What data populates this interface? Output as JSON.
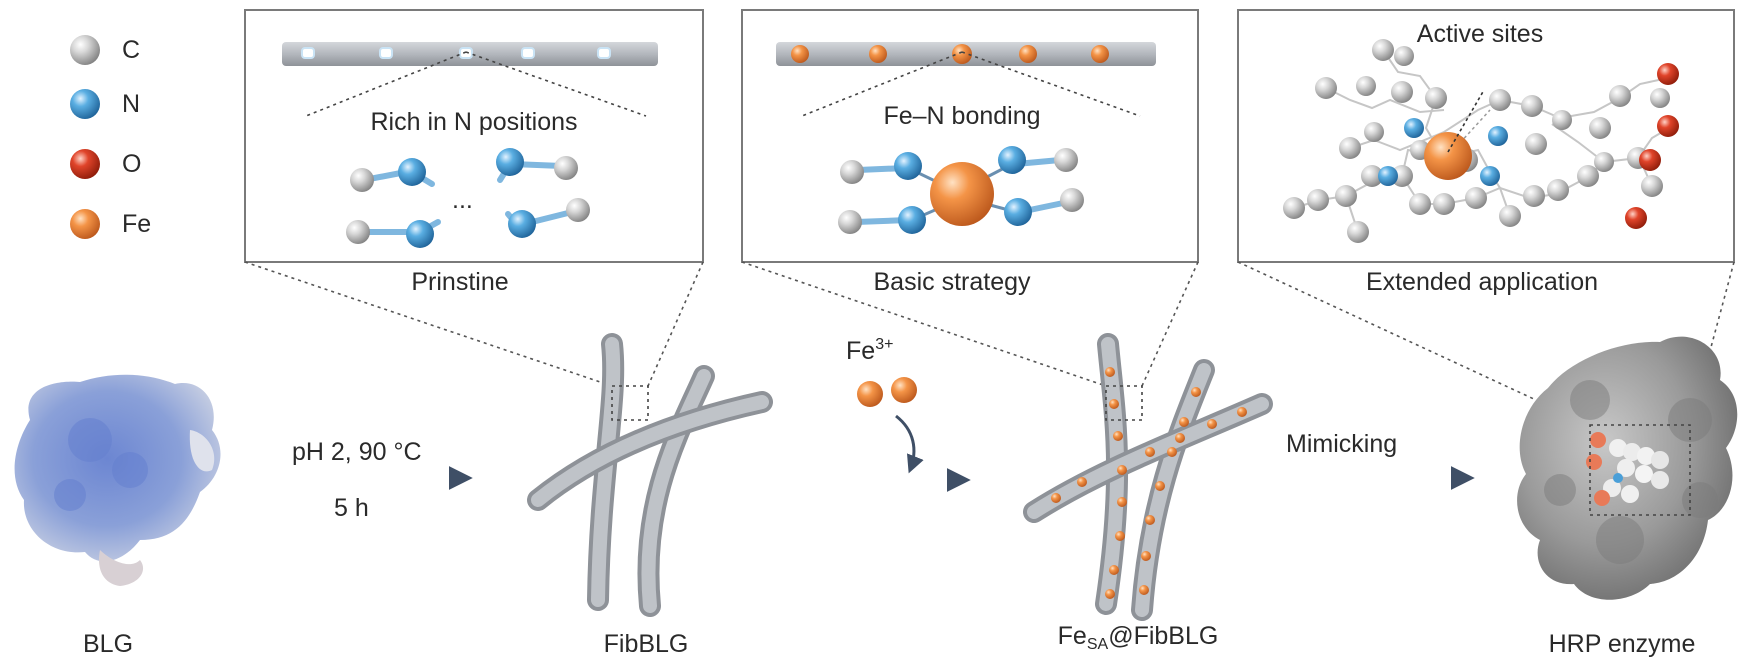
{
  "legend": [
    {
      "symbol": "C",
      "color": "#b9b9b9"
    },
    {
      "symbol": "N",
      "color": "#4a9fd8"
    },
    {
      "symbol": "O",
      "color": "#d63a1e"
    },
    {
      "symbol": "Fe",
      "color": "#f08a3a"
    }
  ],
  "panels": {
    "prinstine": {
      "title": "Prinstine",
      "caption": "Rich in N positions",
      "ellipsis": "..."
    },
    "basic": {
      "title": "Basic strategy",
      "caption": "Fe–N bonding"
    },
    "extended": {
      "title": "Extended application",
      "caption": "Active sites"
    }
  },
  "bottom": {
    "blg": "BLG",
    "fibblg": "FibBLG",
    "fesa_main": "Fe",
    "fesa_sub": "SA",
    "fesa_tail": "@FibBLG",
    "hrp": "HRP enzyme"
  },
  "steps": {
    "condition1": "pH 2, 90 °C",
    "condition2": "5 h",
    "fe_ion": "Fe",
    "fe_charge": "3+",
    "mimicking": "Mimicking"
  },
  "colors": {
    "carbon": "#b9b9b9",
    "nitrogen": "#4a9fd8",
    "oxygen": "#d63a1e",
    "iron": "#f08a3a",
    "fiber": "#a9adb3",
    "arrow": "#3f4f66",
    "protein_blue": "#7f96d6",
    "enzyme_gray": "#8f8f8f"
  }
}
